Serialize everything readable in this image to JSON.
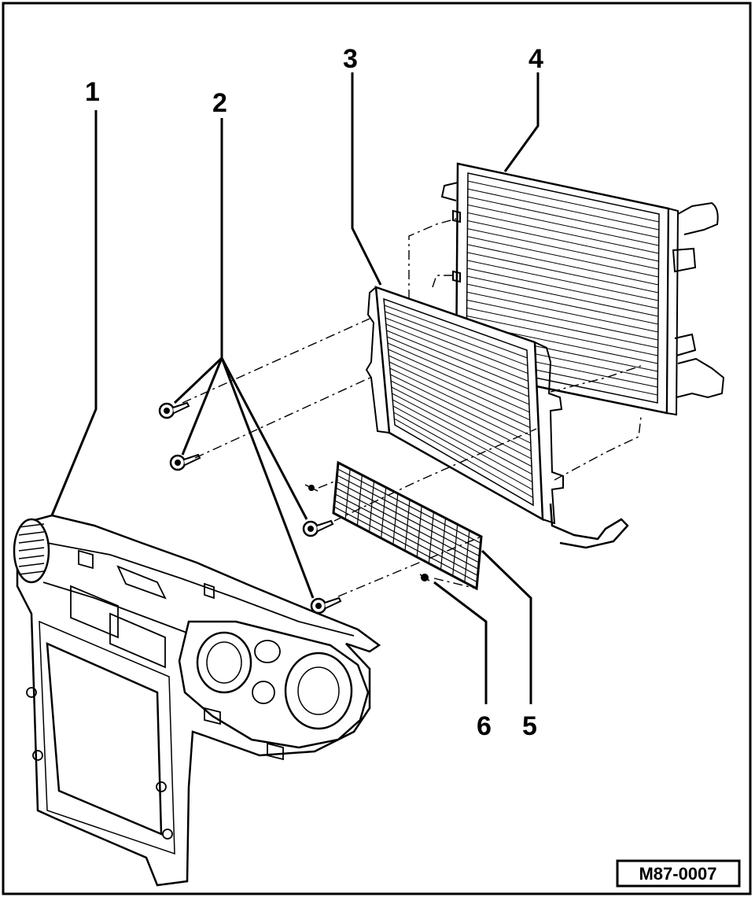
{
  "diagram": {
    "callouts": [
      {
        "id": "1",
        "label": "1"
      },
      {
        "id": "2",
        "label": "2"
      },
      {
        "id": "3",
        "label": "3"
      },
      {
        "id": "4",
        "label": "4"
      },
      {
        "id": "5",
        "label": "5"
      },
      {
        "id": "6",
        "label": "6"
      }
    ],
    "figure_code": "M87-0007",
    "colors": {
      "line": "#000000",
      "background": "#ffffff"
    }
  }
}
